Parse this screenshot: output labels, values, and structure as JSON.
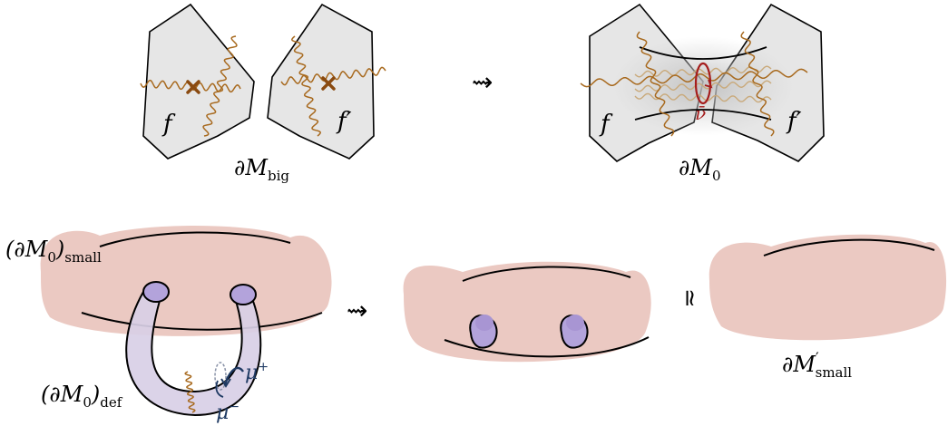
{
  "colors": {
    "face_fill": "#e6e6e6",
    "wavy": "#a86a1f",
    "cross": "#8a4a10",
    "torus_fill": "#ebc9c2",
    "handle_fill": "#d8cfe6",
    "disk_fill": "#b3a3db",
    "nu_red": "#a51d1d",
    "mu_navy": "#1f3a63"
  },
  "top_left": {
    "face_left": "f",
    "face_right": "f′",
    "caption_main": "∂M",
    "caption_sub": "big"
  },
  "top_arrow": "⇝",
  "top_right": {
    "face_left": "f",
    "face_right": "f′",
    "nu_label": "ν̄",
    "caption_main": "∂M",
    "caption_sub": "0"
  },
  "bottom_left": {
    "small_label_main": "(∂M",
    "small_label_sub_inner": "0",
    "small_label_close": ")",
    "small_label_sub": "small",
    "def_label_main": "(∂M",
    "def_label_sub_inner": "0",
    "def_label_close": ")",
    "def_label_sub": "def",
    "mu_plus": "μ",
    "mu_plus_sup": "+",
    "mu_minus": "μ",
    "mu_minus_sup": "−"
  },
  "bottom_arrow": "⇝",
  "homeo_symbol": "≃",
  "bottom_right": {
    "caption_main": "∂M",
    "caption_prime": "′",
    "caption_sub": "small"
  }
}
